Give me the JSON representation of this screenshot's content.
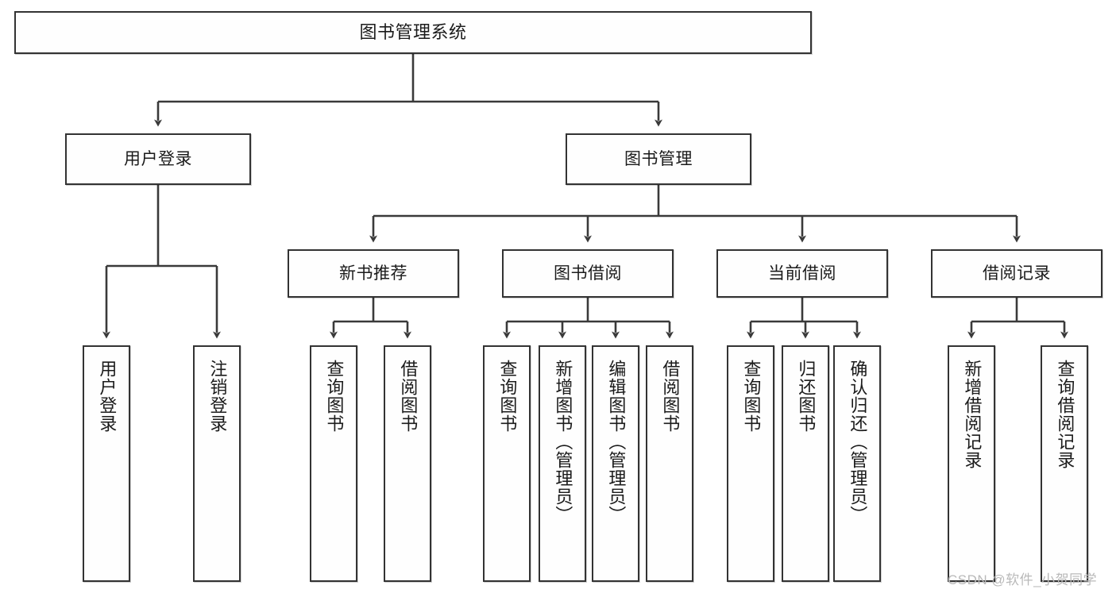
{
  "diagram": {
    "title": "图书管理系统",
    "type": "hierarchy-tree",
    "watermark": "CSDN @软件_小贺同学",
    "colors": {
      "box_border": "#333333",
      "box_fill": "#fefefe",
      "edge": "#3a3a3a",
      "text": "#1b1b1b",
      "watermark": "#b9b9b9"
    }
  },
  "nodes": {
    "root": {
      "label": "图书管理系统",
      "level": 1,
      "orientation": "horizontal"
    },
    "level2": [
      {
        "id": "user-login",
        "label": "用户登录",
        "orientation": "horizontal"
      },
      {
        "id": "book-manage",
        "label": "图书管理",
        "orientation": "horizontal"
      }
    ],
    "level3": [
      {
        "id": "new-book-recommend",
        "label": "新书推荐",
        "parent": "book-manage",
        "orientation": "horizontal"
      },
      {
        "id": "book-borrow",
        "label": "图书借阅",
        "parent": "book-manage",
        "orientation": "horizontal"
      },
      {
        "id": "current-borrow",
        "label": "当前借阅",
        "parent": "book-manage",
        "orientation": "horizontal"
      },
      {
        "id": "borrow-record",
        "label": "借阅记录",
        "parent": "book-manage",
        "orientation": "horizontal"
      }
    ],
    "leaves": [
      {
        "id": "leaf-user-login",
        "label": "用户登录",
        "parent": "user-login",
        "orientation": "vertical"
      },
      {
        "id": "leaf-user-logout",
        "label": "注销登录",
        "parent": "user-login",
        "orientation": "vertical"
      },
      {
        "id": "leaf-query-book-1",
        "label": "查询图书",
        "parent": "new-book-recommend",
        "orientation": "vertical"
      },
      {
        "id": "leaf-borrow-book-1",
        "label": "借阅图书",
        "parent": "new-book-recommend",
        "orientation": "vertical"
      },
      {
        "id": "leaf-query-book-2",
        "label": "查询图书",
        "parent": "book-borrow",
        "orientation": "vertical"
      },
      {
        "id": "leaf-add-book",
        "label": "新增图书（管理员）",
        "parent": "book-borrow",
        "orientation": "vertical"
      },
      {
        "id": "leaf-edit-book",
        "label": "编辑图书（管理员）",
        "parent": "book-borrow",
        "orientation": "vertical"
      },
      {
        "id": "leaf-borrow-book-2",
        "label": "借阅图书",
        "parent": "book-borrow",
        "orientation": "vertical"
      },
      {
        "id": "leaf-query-book-3",
        "label": "查询图书",
        "parent": "current-borrow",
        "orientation": "vertical"
      },
      {
        "id": "leaf-return-book",
        "label": "归还图书",
        "parent": "current-borrow",
        "orientation": "vertical"
      },
      {
        "id": "leaf-confirm-return",
        "label": "确认归还（管理员）",
        "parent": "current-borrow",
        "orientation": "vertical"
      },
      {
        "id": "leaf-add-record",
        "label": "新增借阅记录",
        "parent": "borrow-record",
        "orientation": "vertical"
      },
      {
        "id": "leaf-query-record",
        "label": "查询借阅记录",
        "parent": "borrow-record",
        "orientation": "vertical"
      }
    ]
  }
}
